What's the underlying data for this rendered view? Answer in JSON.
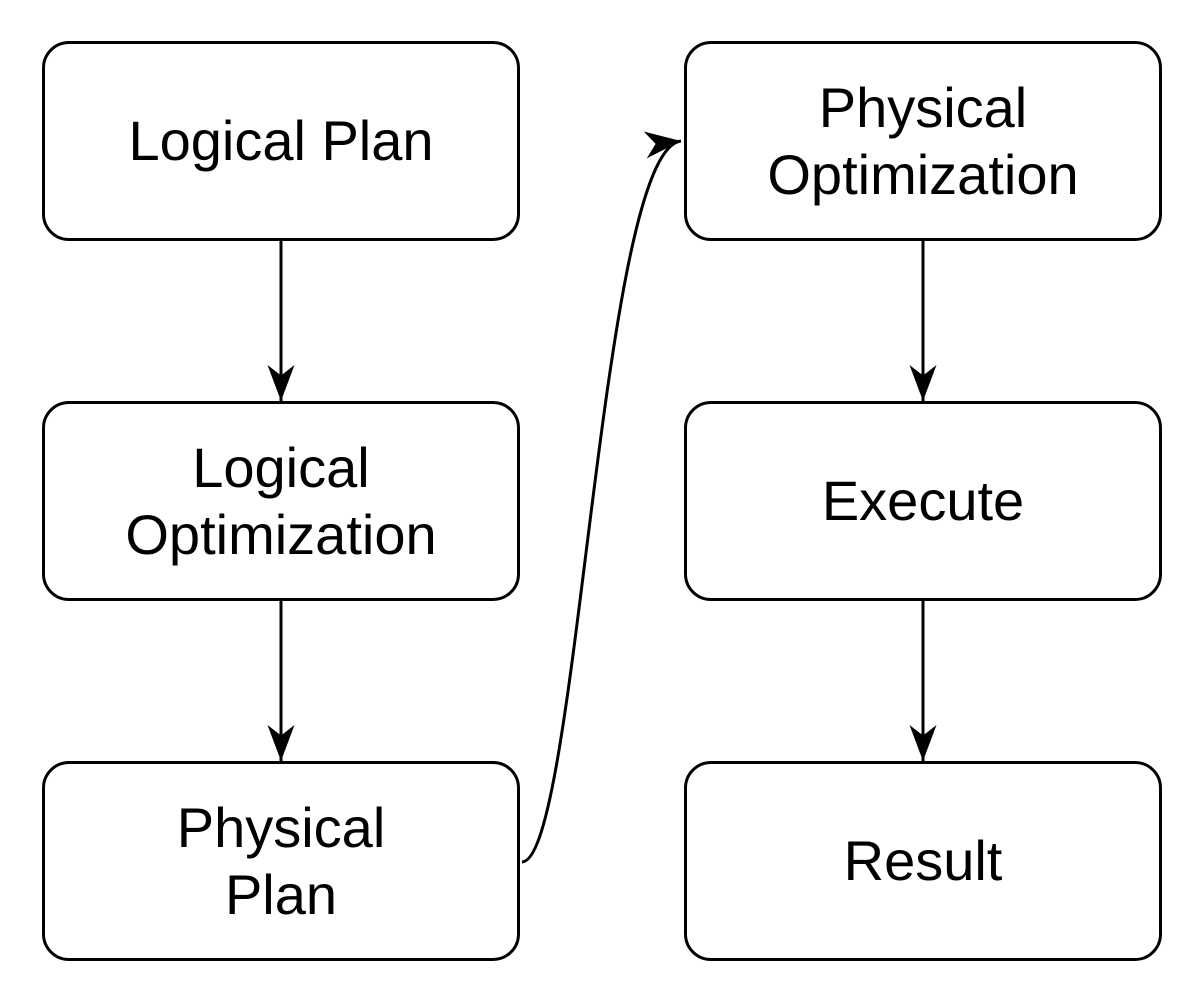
{
  "diagram": {
    "type": "flowchart",
    "nodes": [
      {
        "id": "logical-plan",
        "label": "Logical Plan"
      },
      {
        "id": "logical-optimization",
        "label": "Logical\nOptimization"
      },
      {
        "id": "physical-plan",
        "label": "Physical\nPlan"
      },
      {
        "id": "physical-optimization",
        "label": "Physical\nOptimization"
      },
      {
        "id": "execute",
        "label": "Execute"
      },
      {
        "id": "result",
        "label": "Result"
      }
    ],
    "edges": [
      {
        "from": "logical-plan",
        "to": "logical-optimization",
        "style": "straight-down"
      },
      {
        "from": "logical-optimization",
        "to": "physical-plan",
        "style": "straight-down"
      },
      {
        "from": "physical-plan",
        "to": "physical-optimization",
        "style": "curved"
      },
      {
        "from": "physical-optimization",
        "to": "execute",
        "style": "straight-down"
      },
      {
        "from": "execute",
        "to": "result",
        "style": "straight-down"
      }
    ],
    "colors": {
      "node_fill": "#ffffff",
      "node_stroke": "#000000",
      "edge_stroke": "#000000",
      "text": "#000000",
      "background": "#ffffff"
    }
  }
}
